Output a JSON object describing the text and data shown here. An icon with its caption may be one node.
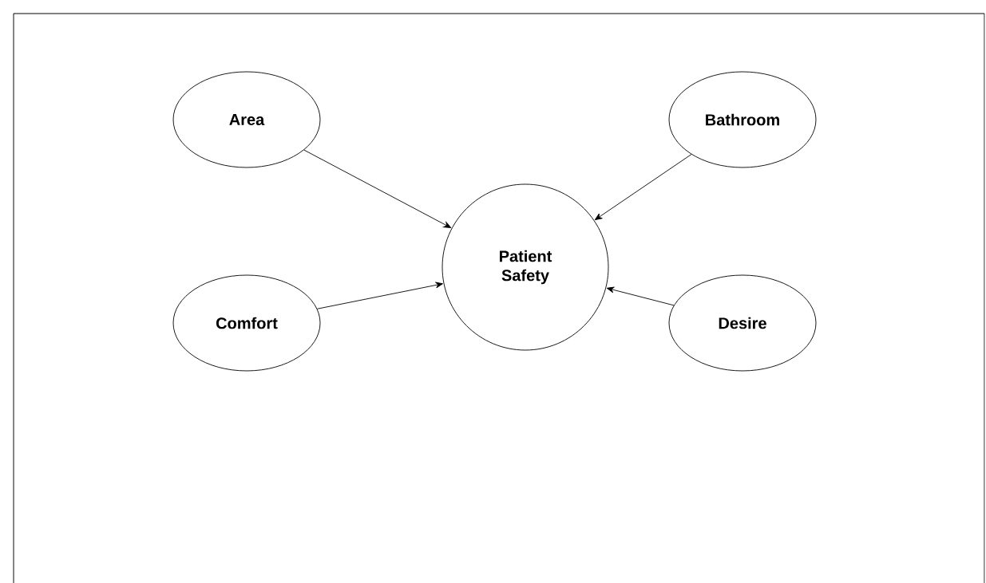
{
  "diagram": {
    "nodes": [
      {
        "text": [
          "Area"
        ]
      },
      {
        "text": [
          "Bathroom"
        ]
      },
      {
        "text": [
          "Patient Safety"
        ]
      },
      {
        "text": [
          "Comfort"
        ]
      },
      {
        "text": [
          "Desire"
        ]
      }
    ],
    "edges": [
      {
        "from": 0,
        "to": 2,
        "arrow": "to"
      },
      {
        "from": 1,
        "to": 2,
        "arrow": "to"
      },
      {
        "from": 3,
        "to": 2,
        "arrow": "to"
      },
      {
        "from": 4,
        "to": 2,
        "arrow": "to"
      }
    ]
  }
}
